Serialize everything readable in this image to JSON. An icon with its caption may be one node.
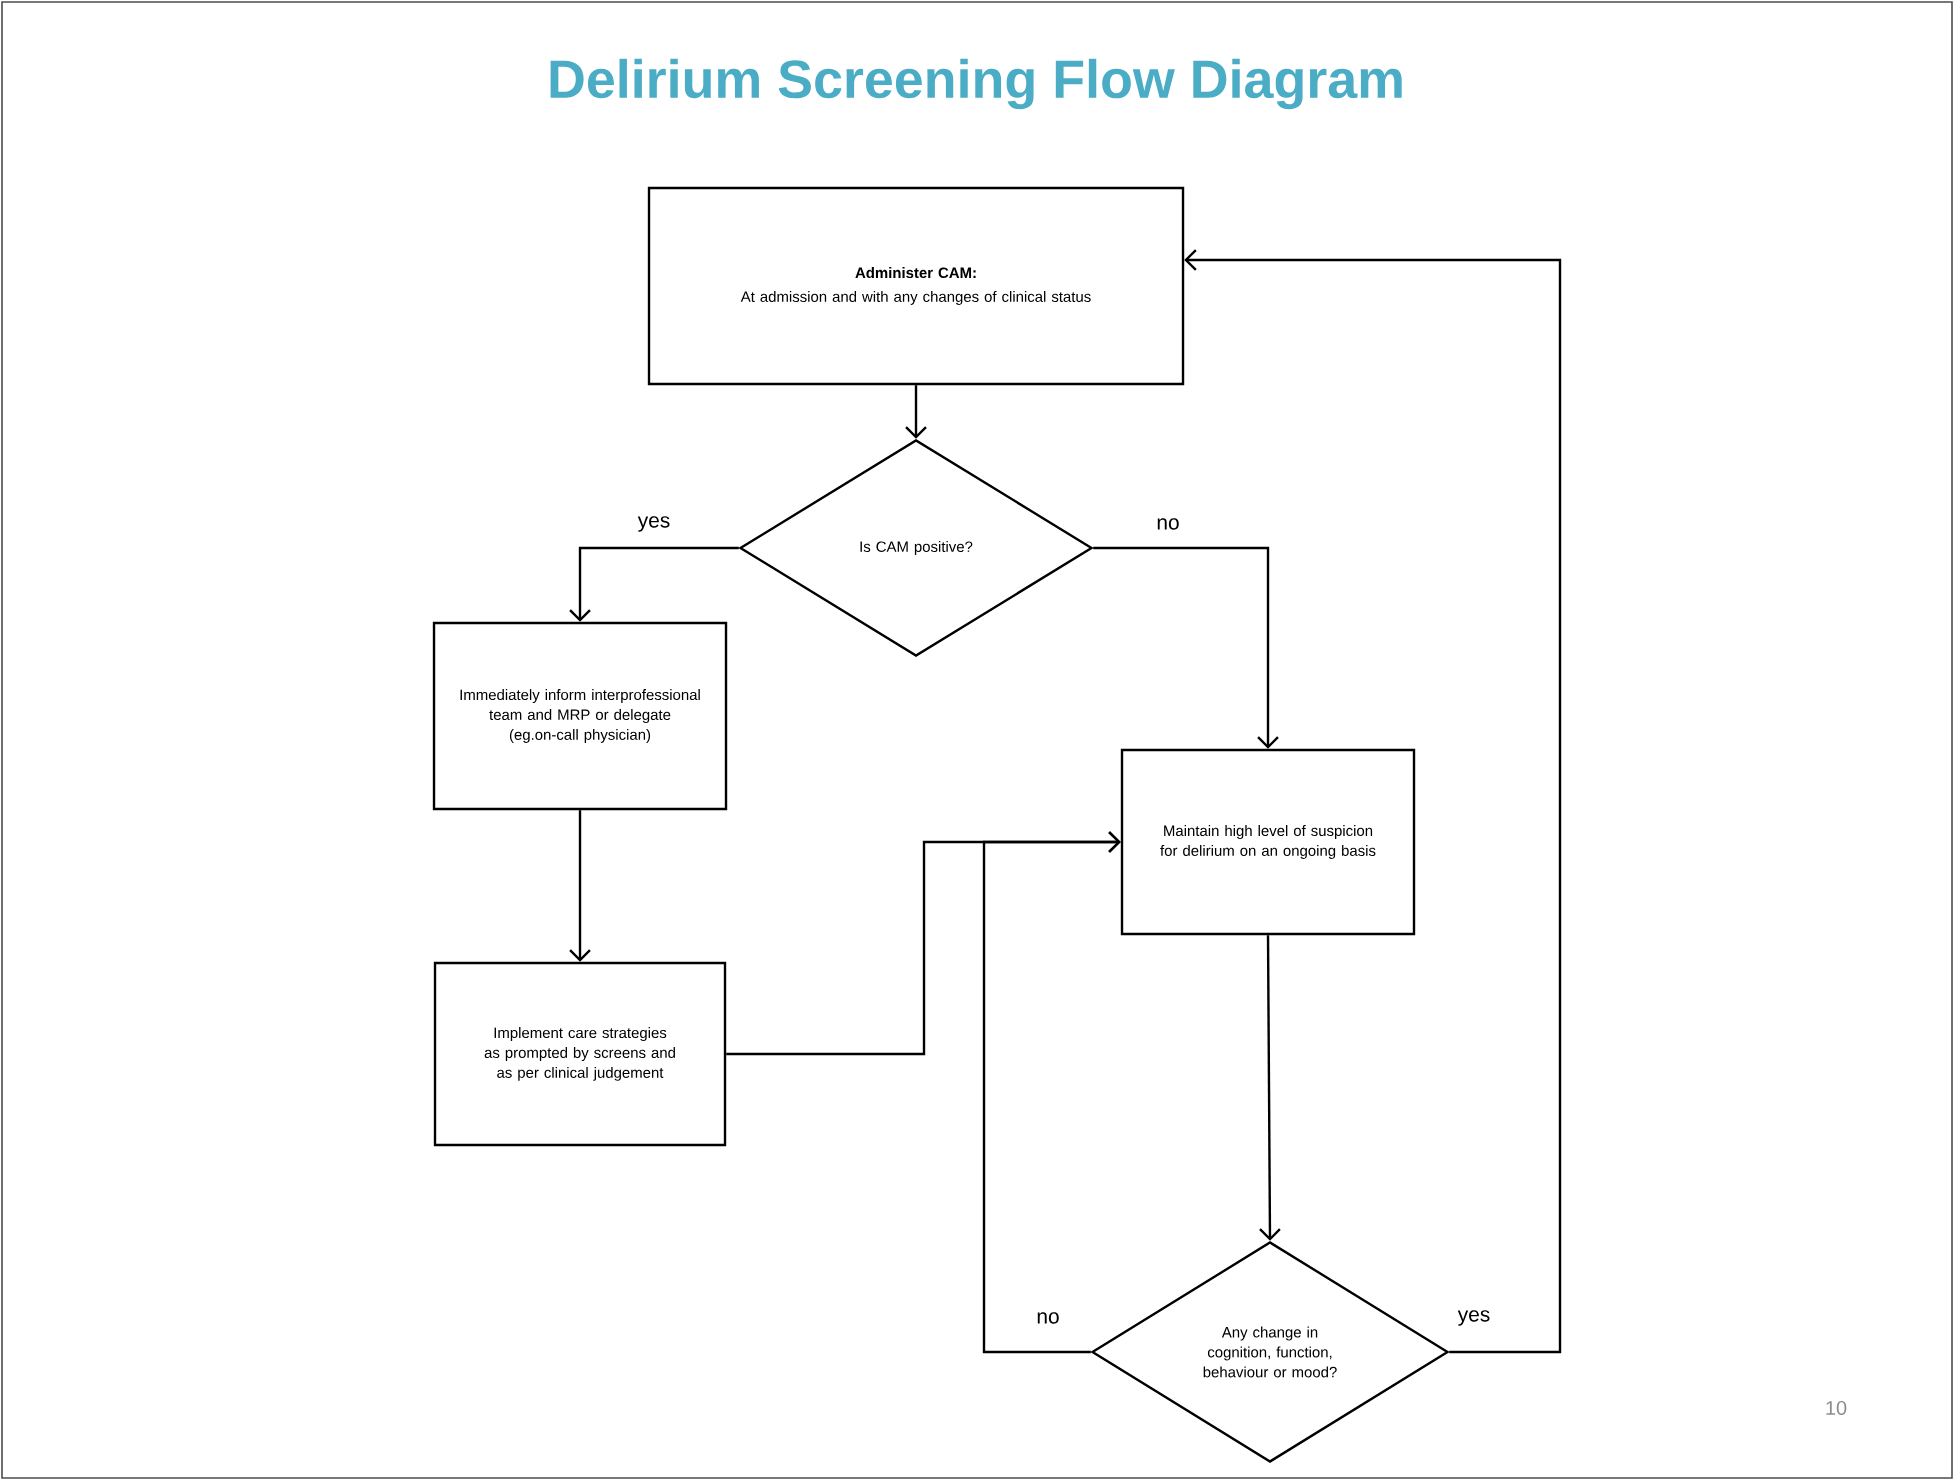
{
  "diagram": {
    "title": "Delirium Screening Flow Diagram",
    "nodes": [
      {
        "text": [
          "Administer CAM:",
          "At admission and with any changes of clinical status"
        ]
      },
      {
        "text": [
          "Is CAM positive?"
        ]
      },
      {
        "text": [
          "Immediately inform interprofessional team and MRP or delegate (eg.on-call physician)"
        ]
      },
      {
        "text": [
          "Implement care strategies as prompted by screens and as per clinical judgement"
        ]
      },
      {
        "text": [
          "Maintain high level of suspicion for delirium on an ongoing basis"
        ]
      },
      {
        "text": [
          "Any change in cognition, function, behaviour or mood?"
        ]
      }
    ],
    "edges": [
      {
        "from": 0,
        "to": 1,
        "arrow": "to"
      },
      {
        "from": 1,
        "to": 2,
        "arrow": "to",
        "label": "yes"
      },
      {
        "from": 1,
        "to": 4,
        "arrow": "to",
        "label": "no"
      },
      {
        "from": 2,
        "to": 3,
        "arrow": "to"
      },
      {
        "from": 3,
        "to": 4,
        "arrow": "to"
      },
      {
        "from": 4,
        "to": 5,
        "arrow": "to"
      },
      {
        "from": 5,
        "to": 4,
        "arrow": "to",
        "label": "no"
      },
      {
        "from": 5,
        "to": 0,
        "arrow": "to",
        "label": "yes"
      }
    ],
    "labels": [
      "10"
    ]
  }
}
